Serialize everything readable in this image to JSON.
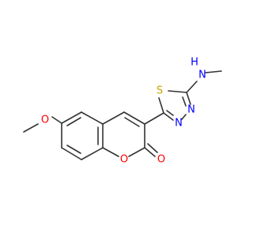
{
  "atoms": {
    "methoxy_O": {
      "text": "O",
      "color": "#ff0000"
    },
    "ring_O": {
      "text": "O",
      "color": "#ff0000"
    },
    "carbonyl_O": {
      "text": "O",
      "color": "#ff0000"
    },
    "S": {
      "text": "S",
      "color": "#c8a400"
    },
    "N_upper": {
      "text": "N",
      "color": "#0000ff"
    },
    "N_lower": {
      "text": "N",
      "color": "#0000ff"
    },
    "NH_N": {
      "text": "N",
      "color": "#0000ff"
    },
    "NH_H": {
      "text": "H",
      "color": "#0000ff"
    }
  },
  "bond_color": "#333333"
}
